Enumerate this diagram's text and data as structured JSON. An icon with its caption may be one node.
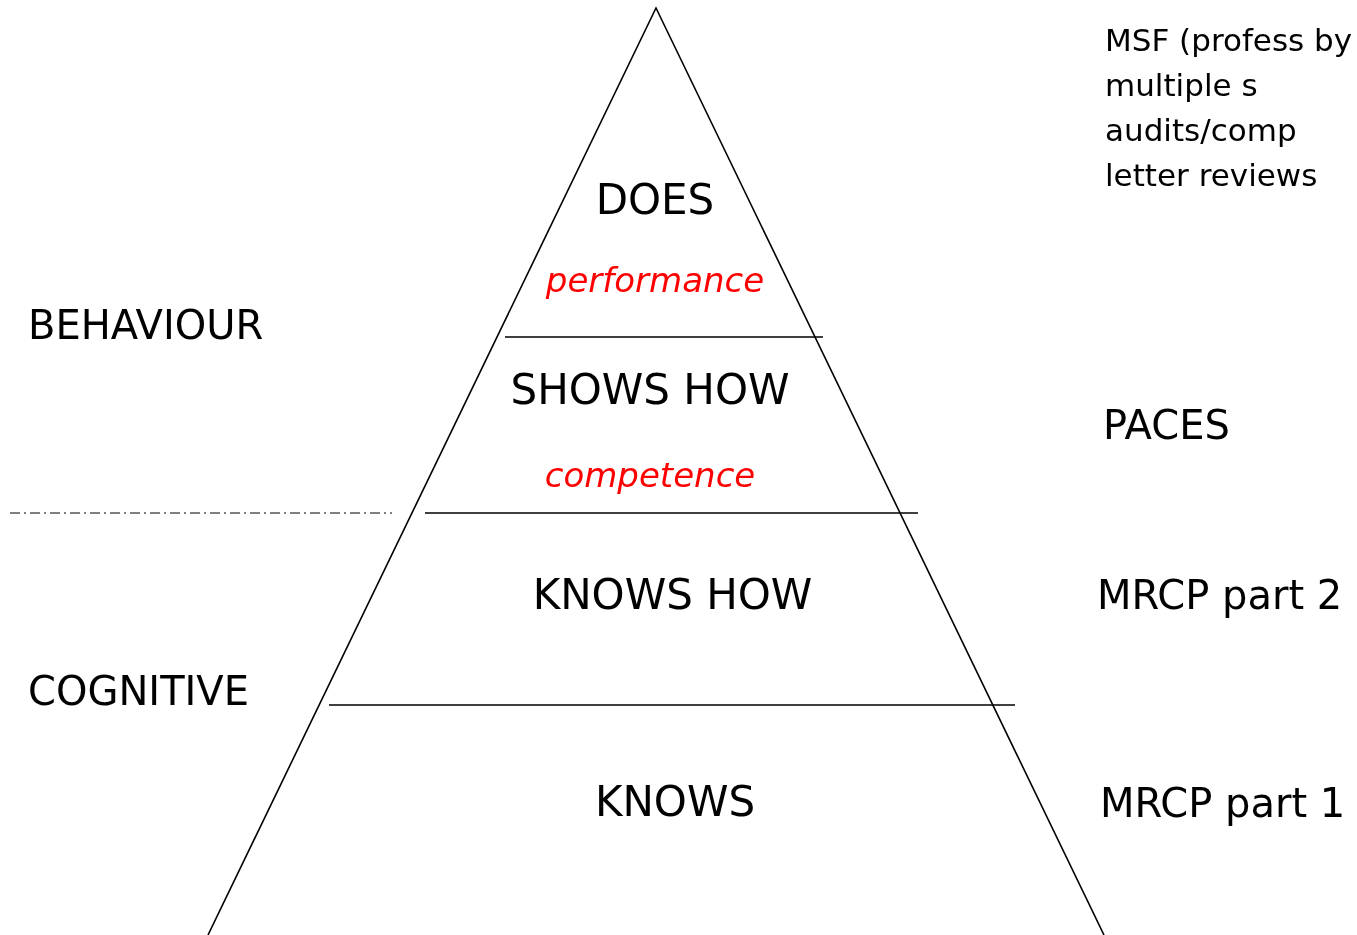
{
  "diagram": {
    "nodes": [
      {
        "text": [
          "DOES",
          "performance"
        ]
      },
      {
        "text": [
          "SHOWS HOW",
          "competence"
        ]
      },
      {
        "text": [
          "KNOWS HOW"
        ]
      },
      {
        "text": [
          "KNOWS"
        ]
      }
    ],
    "labels": [
      "MSF (profess by multiple s audits/comp letter reviews",
      "BEHAVIOUR",
      "PACES",
      "MRCP part 2",
      "COGNITIVE",
      "MRCP part 1"
    ]
  }
}
